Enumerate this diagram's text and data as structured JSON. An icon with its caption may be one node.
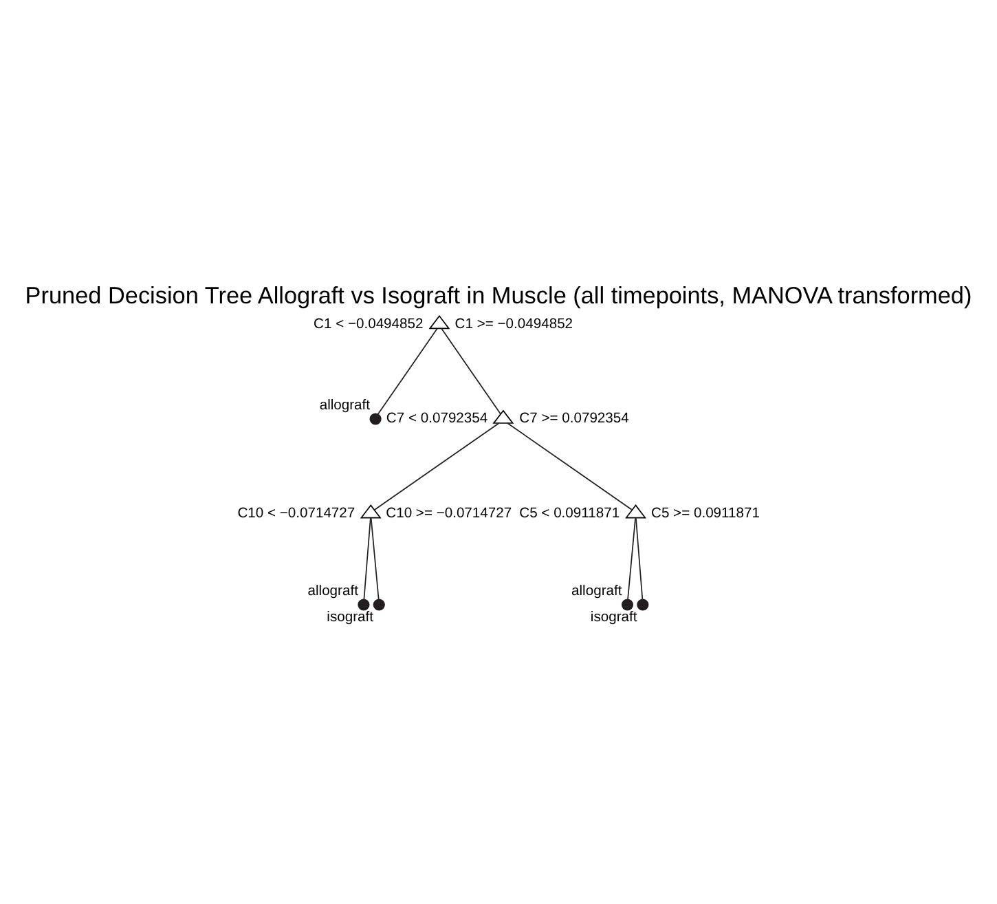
{
  "diagram": {
    "title": "Pruned Decision Tree Allograft vs Isograft in Muscle (all timepoints, MANOVA transformed)",
    "nodes": [
      {
        "text": [],
        "shape": "triangle",
        "beside": [
          "C1 < −0.0494852",
          "C1 >= −0.0494852"
        ]
      },
      {
        "text": [],
        "shape": "circle",
        "beside": [
          "allograft"
        ]
      },
      {
        "text": [],
        "shape": "triangle",
        "beside": [
          "C7 < 0.0792354",
          "C7 >= 0.0792354"
        ]
      },
      {
        "text": [],
        "shape": "triangle",
        "beside": [
          "C10 < −0.0714727",
          "C10 >= −0.0714727"
        ]
      },
      {
        "text": [],
        "shape": "triangle",
        "beside": [
          "C5 < 0.0911871",
          "C5 >= 0.0911871"
        ]
      },
      {
        "text": [],
        "shape": "circle",
        "beside": [
          "allograft"
        ]
      },
      {
        "text": [],
        "shape": "circle",
        "beside": [
          "isograft"
        ]
      },
      {
        "text": [],
        "shape": "circle",
        "beside": [
          "allograft"
        ]
      },
      {
        "text": [],
        "shape": "circle",
        "beside": [
          "isograft"
        ]
      }
    ],
    "edges": [
      {
        "from": 0,
        "to": 1,
        "arrow": "none"
      },
      {
        "from": 0,
        "to": 2,
        "arrow": "none"
      },
      {
        "from": 2,
        "to": 3,
        "arrow": "none"
      },
      {
        "from": 2,
        "to": 4,
        "arrow": "none"
      },
      {
        "from": 3,
        "to": 5,
        "arrow": "none"
      },
      {
        "from": 3,
        "to": 6,
        "arrow": "none"
      },
      {
        "from": 4,
        "to": 7,
        "arrow": "none"
      },
      {
        "from": 4,
        "to": 8,
        "arrow": "none"
      }
    ]
  }
}
